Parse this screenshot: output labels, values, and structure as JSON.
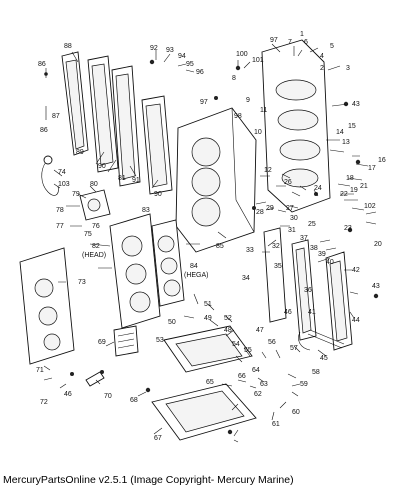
{
  "caption": "MercuryPartsOnline v2.5.1 (Image Copyright- Mercury Marine)",
  "callouts": [
    {
      "id": "c1",
      "text": "1"
    },
    {
      "id": "c2",
      "text": "2"
    },
    {
      "id": "c3",
      "text": "3"
    },
    {
      "id": "c4",
      "text": "4"
    },
    {
      "id": "c5",
      "text": "5"
    },
    {
      "id": "c6",
      "text": "6"
    },
    {
      "id": "c7",
      "text": "7"
    },
    {
      "id": "c8",
      "text": "8"
    },
    {
      "id": "c9",
      "text": "9"
    },
    {
      "id": "c10",
      "text": "10"
    },
    {
      "id": "c11",
      "text": "11"
    },
    {
      "id": "c12",
      "text": "12"
    },
    {
      "id": "c13",
      "text": "13"
    },
    {
      "id": "c14",
      "text": "14"
    },
    {
      "id": "c15",
      "text": "15"
    },
    {
      "id": "c16",
      "text": "16"
    },
    {
      "id": "c17",
      "text": "17"
    },
    {
      "id": "c18",
      "text": "18"
    },
    {
      "id": "c19",
      "text": "19"
    },
    {
      "id": "c20",
      "text": "20"
    },
    {
      "id": "c21",
      "text": "21"
    },
    {
      "id": "c22",
      "text": "22"
    },
    {
      "id": "c23",
      "text": "23"
    },
    {
      "id": "c24",
      "text": "24"
    },
    {
      "id": "c25",
      "text": "25"
    },
    {
      "id": "c26",
      "text": "26"
    },
    {
      "id": "c27",
      "text": "27"
    },
    {
      "id": "c28",
      "text": "28"
    },
    {
      "id": "c29",
      "text": "29"
    },
    {
      "id": "c30",
      "text": "30"
    },
    {
      "id": "c31",
      "text": "31"
    },
    {
      "id": "c32",
      "text": "32"
    },
    {
      "id": "c33",
      "text": "33"
    },
    {
      "id": "c34",
      "text": "34"
    },
    {
      "id": "c35",
      "text": "35"
    },
    {
      "id": "c36",
      "text": "36"
    },
    {
      "id": "c37",
      "text": "37"
    },
    {
      "id": "c38",
      "text": "38"
    },
    {
      "id": "c39",
      "text": "39"
    },
    {
      "id": "c40",
      "text": "40"
    },
    {
      "id": "c41",
      "text": "41"
    },
    {
      "id": "c42",
      "text": "42"
    },
    {
      "id": "c43a",
      "text": "43"
    },
    {
      "id": "c43b",
      "text": "43"
    },
    {
      "id": "c44",
      "text": "44"
    },
    {
      "id": "c45",
      "text": "45"
    },
    {
      "id": "c46a",
      "text": "46"
    },
    {
      "id": "c46b",
      "text": "46"
    },
    {
      "id": "c47",
      "text": "47"
    },
    {
      "id": "c48",
      "text": "48"
    },
    {
      "id": "c49",
      "text": "49"
    },
    {
      "id": "c50",
      "text": "50"
    },
    {
      "id": "c51",
      "text": "51"
    },
    {
      "id": "c52",
      "text": "52"
    },
    {
      "id": "c53",
      "text": "53"
    },
    {
      "id": "c54",
      "text": "54"
    },
    {
      "id": "c55",
      "text": "55"
    },
    {
      "id": "c56",
      "text": "56"
    },
    {
      "id": "c57",
      "text": "57"
    },
    {
      "id": "c58",
      "text": "58"
    },
    {
      "id": "c59",
      "text": "59"
    },
    {
      "id": "c60",
      "text": "60"
    },
    {
      "id": "c61",
      "text": "61"
    },
    {
      "id": "c62",
      "text": "62"
    },
    {
      "id": "c63",
      "text": "63"
    },
    {
      "id": "c64",
      "text": "64"
    },
    {
      "id": "c65",
      "text": "65"
    },
    {
      "id": "c66",
      "text": "66"
    },
    {
      "id": "c67",
      "text": "67"
    },
    {
      "id": "c68",
      "text": "68"
    },
    {
      "id": "c69",
      "text": "69"
    },
    {
      "id": "c70",
      "text": "70"
    },
    {
      "id": "c71",
      "text": "71"
    },
    {
      "id": "c72",
      "text": "72"
    },
    {
      "id": "c73",
      "text": "73"
    },
    {
      "id": "c74",
      "text": "74"
    },
    {
      "id": "c75",
      "text": "75"
    },
    {
      "id": "c76",
      "text": "76"
    },
    {
      "id": "c77",
      "text": "77"
    },
    {
      "id": "c78",
      "text": "78"
    },
    {
      "id": "c79",
      "text": "79"
    },
    {
      "id": "c80",
      "text": "80"
    },
    {
      "id": "c81",
      "text": "81"
    },
    {
      "id": "c82",
      "text": "82"
    },
    {
      "id": "c82h",
      "text": "(HEAD)"
    },
    {
      "id": "c83",
      "text": "83"
    },
    {
      "id": "c84",
      "text": "84"
    },
    {
      "id": "c84h",
      "text": "(HEGA)"
    },
    {
      "id": "c85",
      "text": "85"
    },
    {
      "id": "c86a",
      "text": "86"
    },
    {
      "id": "c86b",
      "text": "86"
    },
    {
      "id": "c87",
      "text": "87"
    },
    {
      "id": "c88",
      "text": "88"
    },
    {
      "id": "c89",
      "text": "89"
    },
    {
      "id": "c90a",
      "text": "90"
    },
    {
      "id": "c90b",
      "text": "90"
    },
    {
      "id": "c91",
      "text": "91"
    },
    {
      "id": "c92",
      "text": "92"
    },
    {
      "id": "c93",
      "text": "93"
    },
    {
      "id": "c94",
      "text": "94"
    },
    {
      "id": "c95",
      "text": "95"
    },
    {
      "id": "c96",
      "text": "96"
    },
    {
      "id": "c97a",
      "text": "97"
    },
    {
      "id": "c97b",
      "text": "97"
    },
    {
      "id": "c98",
      "text": "98"
    },
    {
      "id": "c100",
      "text": "100"
    },
    {
      "id": "c101",
      "text": "101"
    },
    {
      "id": "c102",
      "text": "102"
    },
    {
      "id": "c103",
      "text": "103"
    }
  ]
}
